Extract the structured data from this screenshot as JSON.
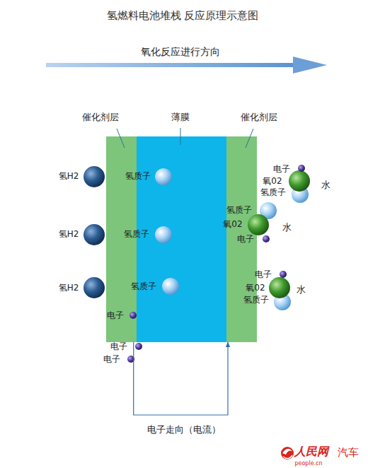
{
  "diagram": {
    "title": "氢燃料电池堆栈 反应原理示意图",
    "nodes": [
      {
        "text": [
          "催化剂层"
        ]
      },
      {
        "text": [
          "薄膜"
        ]
      },
      {
        "text": [
          "催化剂层"
        ]
      }
    ],
    "edges": [
      {
        "from": 0,
        "to": 2,
        "arrow": "to",
        "label": "电子走向（电流）"
      }
    ],
    "labels": [
      "氧化反应进行方向",
      "氢H2",
      "氢质子",
      "电子",
      "氧02",
      "水",
      "氢质子",
      "氢质子",
      "氧02",
      "水",
      "电子",
      "氢H2",
      "氢质子",
      "电子",
      "氢质子",
      "氢H2",
      "氧02",
      "水",
      "氢质子",
      "电子",
      "电子",
      "电子",
      "人民网",
      "汽车",
      "people.cn"
    ]
  }
}
